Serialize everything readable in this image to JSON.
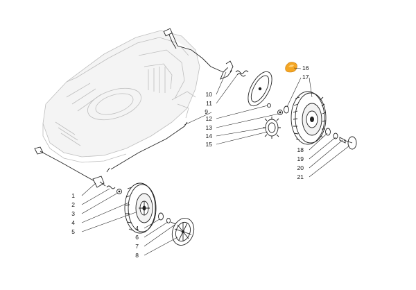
{
  "diagram": {
    "callouts": [
      {
        "id": "c1",
        "text": "1"
      },
      {
        "id": "c2",
        "text": "2"
      },
      {
        "id": "c3",
        "text": "3"
      },
      {
        "id": "c4a",
        "text": "4"
      },
      {
        "id": "c5",
        "text": "5"
      },
      {
        "id": "c4b",
        "text": "4"
      },
      {
        "id": "c6",
        "text": "6"
      },
      {
        "id": "c7",
        "text": "7"
      },
      {
        "id": "c8",
        "text": "8"
      },
      {
        "id": "c10",
        "text": "10"
      },
      {
        "id": "c11",
        "text": "11"
      },
      {
        "id": "c9",
        "text": "9"
      },
      {
        "id": "c12",
        "text": "12"
      },
      {
        "id": "c13",
        "text": "13"
      },
      {
        "id": "c14",
        "text": "14"
      },
      {
        "id": "c15",
        "text": "15"
      },
      {
        "id": "c16",
        "text": "16"
      },
      {
        "id": "c17",
        "text": "17"
      },
      {
        "id": "c18",
        "text": "18"
      },
      {
        "id": "c19",
        "text": "19"
      },
      {
        "id": "c20",
        "text": "20"
      },
      {
        "id": "c21",
        "text": "21"
      }
    ],
    "highlight_color": "#f5a623",
    "line_color": "#222222",
    "ghost_color": "#bdbdbd"
  }
}
